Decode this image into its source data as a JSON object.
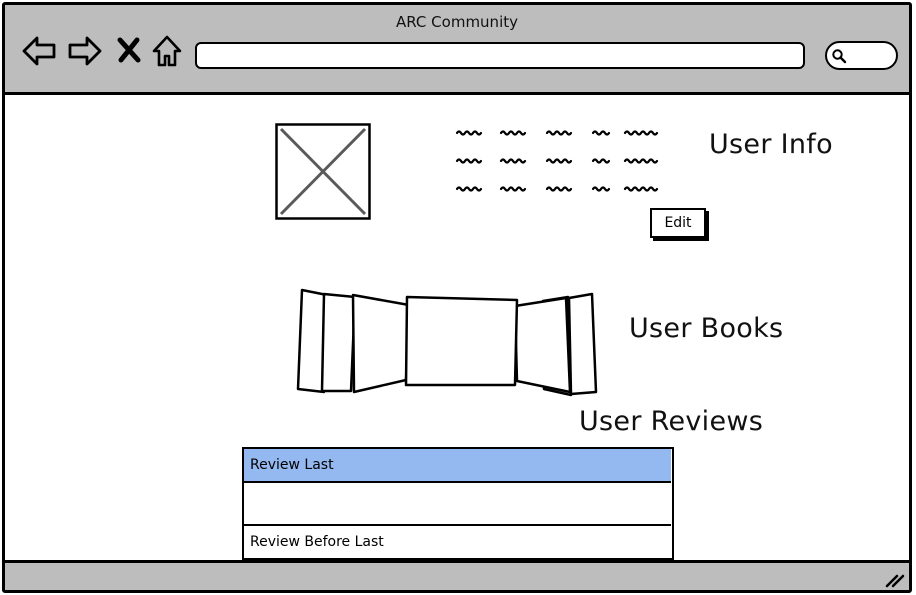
{
  "window": {
    "title": "ARC Community"
  },
  "toolbar": {
    "back_icon": "arrow-left-icon",
    "forward_icon": "arrow-right-icon",
    "stop_icon": "close-icon",
    "home_icon": "home-icon",
    "url_value": "",
    "search_icon": "search-icon"
  },
  "user_info": {
    "title": "User Info",
    "avatar": "image-placeholder-icon",
    "edit_label": "Edit"
  },
  "user_books": {
    "title": "User Books"
  },
  "user_reviews": {
    "title": "User Reviews",
    "items": [
      {
        "label": "Review Last",
        "selected": true
      },
      {
        "label": "",
        "selected": false
      },
      {
        "label": "Review Before Last",
        "selected": false
      }
    ]
  },
  "colors": {
    "chrome": "#bdbdbd",
    "selected_row": "#94b8f0"
  }
}
